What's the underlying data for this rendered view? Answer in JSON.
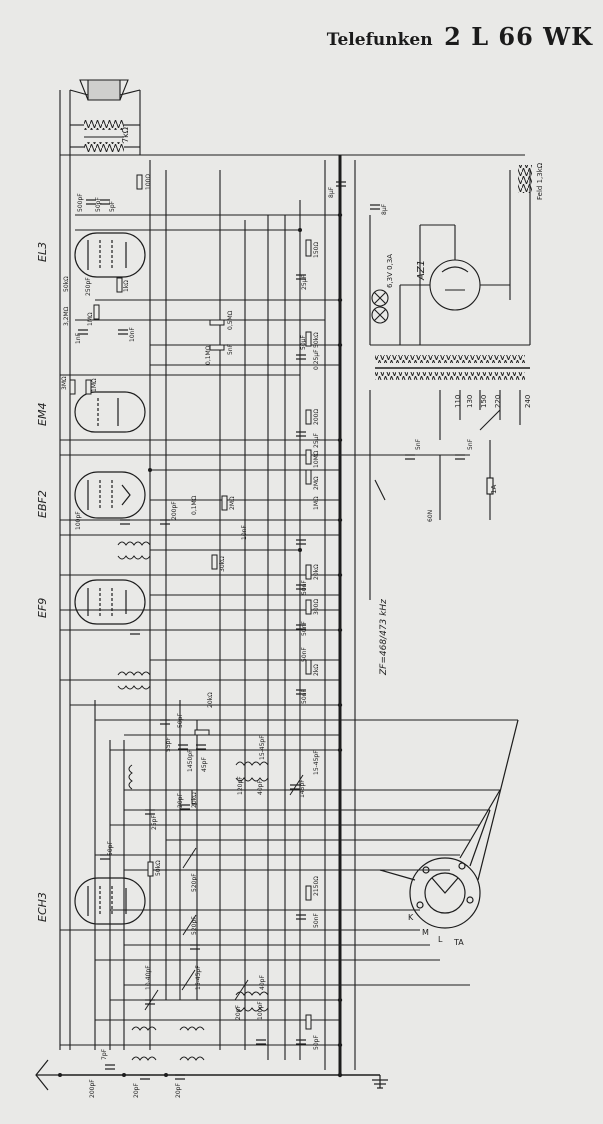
{
  "title": {
    "brand": "Telefunken",
    "model": "2 L 66 WK"
  },
  "tubes": [
    "EL3",
    "EM4",
    "EBF2",
    "EF9",
    "ECH3"
  ],
  "if_label": "ZF=468/473 kHz",
  "rectifier": "AZ1",
  "pilot_lamp": "6,3V 0,3A",
  "field_coil": "Feld 1,3kΩ",
  "speaker_label": "7kΩ",
  "mains_taps": [
    "110",
    "130",
    "150",
    "220",
    "240"
  ],
  "fuse": "1A",
  "switch_contacts": [
    "K",
    "M",
    "L",
    "TA"
  ],
  "component_labels": [
    "500pF",
    "50pF",
    "5pF",
    "100Ω",
    "8µF",
    "8µF",
    "50kΩ",
    "250pF",
    "1kΩ",
    "150Ω",
    "25µF",
    "3,2MΩ",
    "1nF",
    "1MΩ",
    "10nF",
    "0,5MΩ",
    "0,1MΩ",
    "5nF",
    "50kΩ",
    "50µF",
    "0,25µF",
    "3MΩ",
    "1MΩ",
    "200Ω",
    "25µF",
    "10MΩ",
    "2MΩ",
    "100pF",
    "200pF",
    "0,1MΩ",
    "2MΩ",
    "10nF",
    "1MΩ",
    "30kΩ",
    "20kΩ",
    "50nF",
    "300Ω",
    "50nF",
    "50nF",
    "2kΩ",
    "50nF",
    "20kΩ",
    "50pF",
    "55pF",
    "1450pF",
    "45pF",
    "20kΩ",
    "20pF",
    "25pF",
    "15-45pF",
    "120pF",
    "40pF",
    "15-45pF",
    "145pF",
    "50pF",
    "50kΩ",
    "520pF",
    "2150Ω",
    "50nF",
    "520pF",
    "10-40pF",
    "15-45pF",
    "40pF",
    "20pF",
    "100pF",
    "50pF",
    "7pF",
    "200pF",
    "20pF",
    "20pF",
    "5nF",
    "5nF",
    "60N"
  ]
}
